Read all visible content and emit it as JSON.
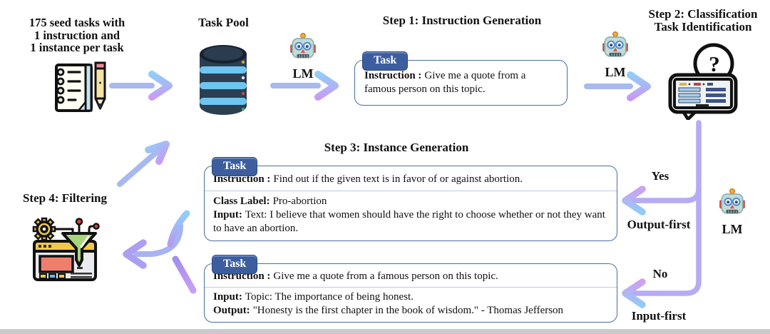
{
  "colors": {
    "accent_blue": "#3c5e9e",
    "card_border": "#4a6ca6",
    "card_divider": "#b9cde6",
    "arrow_shaft": "#a8b9f0",
    "arrow_blue": "#8ed1f8",
    "arrow_purple": "#c89af3",
    "connector_purple": "#b5abf5",
    "bottom_bar": "#cbcbcb"
  },
  "labels": {
    "seed_line1": "175 seed tasks with",
    "seed_line2": "1 instruction and",
    "seed_line3": "1 instance per task",
    "task_pool": "Task Pool",
    "step1": "Step 1: Instruction Generation",
    "step2_line1": "Step 2: Classification",
    "step2_line2": "Task Identification",
    "step3": "Step 3: Instance Generation",
    "step4": "Step 4: Filtering",
    "lm": "LM",
    "yes": "Yes",
    "no": "No",
    "output_first": "Output-first",
    "input_first": "Input-first"
  },
  "cards": {
    "step1": {
      "tab": "Task",
      "instruction_label": "Instruction :",
      "instruction": "Give me a quote from a famous person on this topic."
    },
    "classification": {
      "tab": "Task",
      "instruction_label": "Instruction :",
      "instruction": "Find out if the given text is in favor of or against abortion.",
      "class_label": "Class Label:",
      "class_value": "Pro-abortion",
      "input_label": "Input:",
      "input_value": "Text: I believe that women should have the right to choose whether or not they want to have an abortion."
    },
    "generation": {
      "tab": "Task",
      "instruction_label": "Instruction :",
      "instruction": "Give me a quote from a famous person on this topic.",
      "input_label": "Input:",
      "input_value": "Topic: The importance of being honest.",
      "output_label": "Output:",
      "output_value": "\"Honesty is the first chapter in the book of wisdom.\" - Thomas Jefferson"
    }
  },
  "icons": {
    "seed_tasks": "notepad-pencil-icon",
    "task_pool": "database-icon",
    "language_model": "robot-icon",
    "classification": "chat-question-icon",
    "filtering": "browser-funnel-icon",
    "question_mark": "?"
  }
}
